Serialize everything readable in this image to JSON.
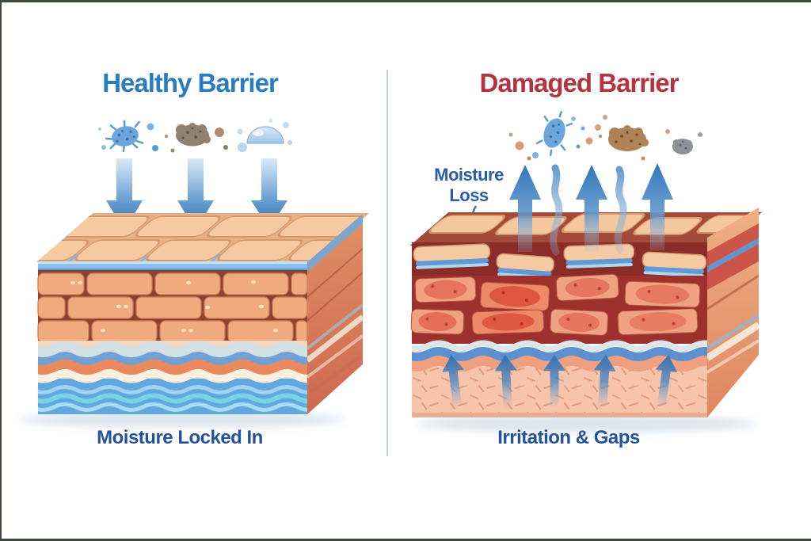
{
  "figure": {
    "type": "skin-barrier-comparison-diagram",
    "background": "#FFFFFF",
    "frame_color": "#3D4A3D",
    "divider_color": "#C5CFD9"
  },
  "left_panel": {
    "title": "Healthy Barrier",
    "title_color": "#2A7CC2",
    "caption": "Moisture Locked In",
    "caption_color": "#24529F",
    "arrow_direction": "down",
    "arrow_color": "#2A6DB4",
    "icons": [
      {
        "name": "bacteria-icon",
        "color": "#6BA5DA"
      },
      {
        "name": "dirt-particle-icon",
        "color": "#93816F"
      },
      {
        "name": "water-droplet-icon",
        "color": "#B9D4EC"
      }
    ]
  },
  "right_panel": {
    "title": "Damaged Barrier",
    "title_color": "#B5333F",
    "caption": "Irritation & Gaps",
    "caption_color": "#24529F",
    "annotation_line1": "Moisture",
    "annotation_line2": "Loss",
    "annotation_color": "#2A5CA8",
    "arrow_direction": "up",
    "arrow_color": "#3E7FBE",
    "icons": [
      {
        "name": "bacteria-icon",
        "color": "#6BA5DA"
      },
      {
        "name": "dirt-particle-icon",
        "color": "#B08258"
      },
      {
        "name": "dust-particle-icon",
        "color": "#90909A"
      }
    ]
  }
}
